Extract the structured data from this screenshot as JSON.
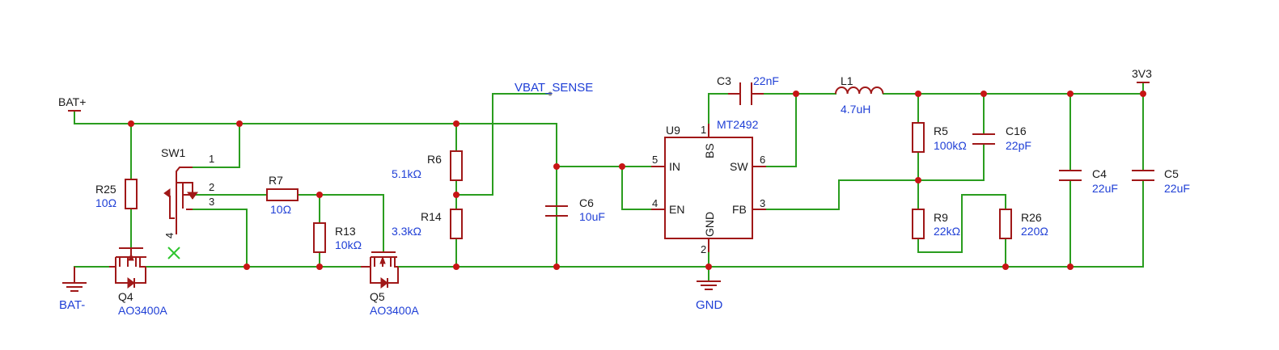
{
  "nets": {
    "bat_plus": "BAT+",
    "bat_minus": "BAT-",
    "vbat_sense": "VBAT_SENSE",
    "gnd": "GND",
    "v3v3": "3V3"
  },
  "components": {
    "r25": {
      "ref": "R25",
      "value": "10Ω"
    },
    "q4": {
      "ref": "Q4",
      "value": "AO3400A"
    },
    "sw1": {
      "ref": "SW1",
      "pins": [
        "1",
        "2",
        "3",
        "4"
      ]
    },
    "r7": {
      "ref": "R7",
      "value": "10Ω"
    },
    "r13": {
      "ref": "R13",
      "value": "10kΩ"
    },
    "q5": {
      "ref": "Q5",
      "value": "AO3400A"
    },
    "r6": {
      "ref": "R6",
      "value": "5.1kΩ"
    },
    "r14": {
      "ref": "R14",
      "value": "3.3kΩ"
    },
    "c6": {
      "ref": "C6",
      "value": "10uF"
    },
    "u9": {
      "ref": "U9",
      "value": "MT2492",
      "pins": {
        "bs": {
          "name": "BS",
          "num": "1"
        },
        "in": {
          "name": "IN",
          "num": "5"
        },
        "en": {
          "name": "EN",
          "num": "4"
        },
        "sw": {
          "name": "SW",
          "num": "6"
        },
        "fb": {
          "name": "FB",
          "num": "3"
        },
        "gnd": {
          "name": "GND",
          "num": "2"
        }
      }
    },
    "c3": {
      "ref": "C3",
      "value": "22nF"
    },
    "l1": {
      "ref": "L1",
      "value": "4.7uH"
    },
    "r5": {
      "ref": "R5",
      "value": "100kΩ"
    },
    "c16": {
      "ref": "C16",
      "value": "22pF"
    },
    "r9": {
      "ref": "R9",
      "value": "22kΩ"
    },
    "r26": {
      "ref": "R26",
      "value": "220Ω"
    },
    "c4": {
      "ref": "C4",
      "value": "22uF"
    },
    "c5": {
      "ref": "C5",
      "value": "22uF"
    }
  },
  "colors": {
    "wire": "#2a9d1f",
    "component": "#a01818",
    "junction": "#c71515",
    "value_text": "#1f3fd6",
    "label_text": "#1a1a1a"
  }
}
